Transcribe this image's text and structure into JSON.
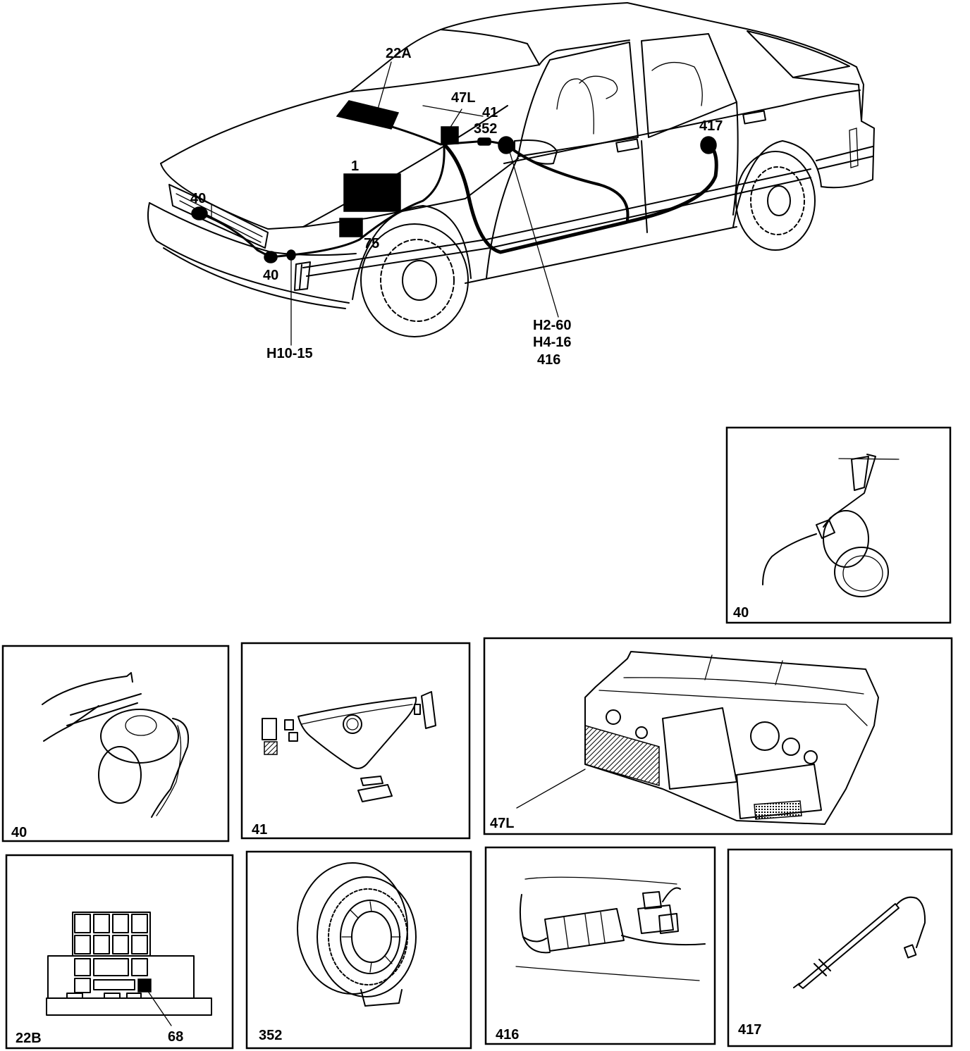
{
  "main_view": {
    "callouts": {
      "label_22a": "22A",
      "label_47l": "47L",
      "label_41": "41",
      "label_352": "352",
      "label_417": "417",
      "label_1": "1",
      "label_40_upper": "40",
      "label_40_lower": "40",
      "label_75": "75",
      "label_h10": "H10-15",
      "label_h2": "H2-60",
      "label_h4": "H4-16",
      "label_416": "416"
    }
  },
  "panels": {
    "panel_40_right": {
      "label": "40"
    },
    "panel_40_left": {
      "label": "40"
    },
    "panel_41": {
      "label": "41"
    },
    "panel_47l": {
      "label": "47L"
    },
    "panel_22b": {
      "label": "22B",
      "callout": "68"
    },
    "panel_352": {
      "label": "352"
    },
    "panel_416": {
      "label": "416"
    },
    "panel_417": {
      "label": "417"
    }
  }
}
